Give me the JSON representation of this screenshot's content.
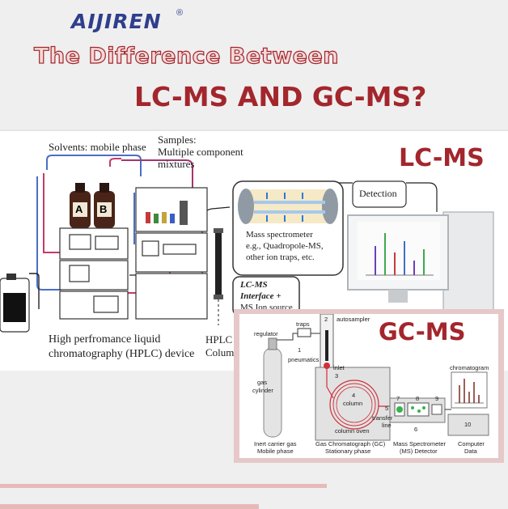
{
  "brand": {
    "name": "AIJIREN",
    "reg": "®"
  },
  "title": {
    "line1": "The Difference Between",
    "line2": "LC-MS AND GC-MS?"
  },
  "lcms": {
    "label": "LC-MS",
    "solvents": "Solvents: mobile phase",
    "samples_line1": "Samples:",
    "samples_line2": "Multiple component",
    "samples_line3": "mixtures",
    "bottle_a": "A",
    "bottle_b": "B",
    "detection": "Detection",
    "ms_line1": "Mass spectrometer",
    "ms_line2": "e.g., Quadropole-MS,",
    "ms_line3": "other ion traps, etc.",
    "interface_line1": "LC-MS",
    "interface_line2": "Interface +",
    "interface_line3": "MS Ion source",
    "hplc_line1": "High perfromance liquid",
    "hplc_line2": "chromatography (HPLC) device",
    "column_line1": "HPLC",
    "column_line2": "Column"
  },
  "gcms": {
    "label": "GC-MS",
    "regulator": "regulator",
    "traps": "traps",
    "n1": "1",
    "pneumatics": "pneumatics",
    "n2": "2",
    "autosampler": "autosampler",
    "inlet": "inlet",
    "n3": "3",
    "gas": "gas",
    "cylinder": "cylinder",
    "n4": "4",
    "column": "column",
    "column_oven": "column oven",
    "n5": "5",
    "transfer": "transfer",
    "line": "line",
    "n6": "6",
    "n7": "7",
    "n8": "8",
    "n9": "9",
    "n10": "10",
    "chromatogram": "chromatogram",
    "carrier_line1": "Inert carrier gas",
    "carrier_line2": "Mobile phase",
    "gc_line1": "Gas Chromatograph (GC)",
    "gc_line2": "Stationary phase",
    "ms_line1": "Mass Spectrometer",
    "ms_line2": "(MS) Detector",
    "computer_line1": "Computer",
    "computer_line2": "Data"
  },
  "colors": {
    "accent": "#a3262c",
    "brand": "#2f3e8c",
    "panel_border": "#e6c8c8"
  }
}
